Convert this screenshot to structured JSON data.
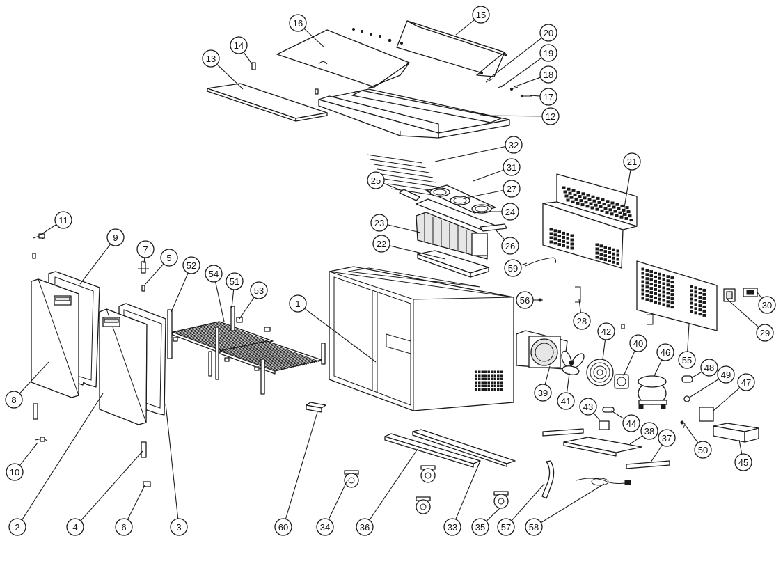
{
  "diagram": {
    "type": "exploded-parts-view",
    "callouts": [
      "1",
      "2",
      "3",
      "4",
      "5",
      "6",
      "7",
      "8",
      "9",
      "10",
      "11",
      "12",
      "13",
      "14",
      "15",
      "16",
      "17",
      "18",
      "19",
      "20",
      "21",
      "22",
      "23",
      "24",
      "25",
      "26",
      "27",
      "28",
      "29",
      "30",
      "31",
      "32",
      "33",
      "34",
      "35",
      "36",
      "37",
      "38",
      "39",
      "40",
      "41",
      "42",
      "43",
      "44",
      "45",
      "46",
      "47",
      "48",
      "49",
      "50",
      "51",
      "52",
      "53",
      "54",
      "55",
      "56",
      "57",
      "58",
      "59",
      "60"
    ]
  },
  "colors": {
    "line": "#1a1a1a",
    "background": "#ffffff",
    "shade": "#e6e6e6"
  }
}
